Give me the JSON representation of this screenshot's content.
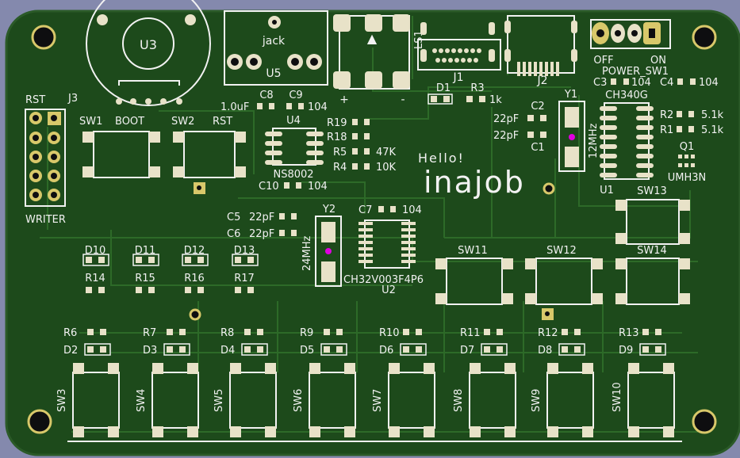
{
  "board": {
    "colors": {
      "background": "#8489ad",
      "board": "#1d4a1b",
      "trace": "#2d6a28",
      "silk": "#f2f2f2",
      "pad": "#e8e2c8",
      "gold": "#d8c86a",
      "hole": "#0e0e10",
      "marker": "#e000e0"
    },
    "labels": {
      "u3": "U3",
      "jack": "jack",
      "u5": "U5",
      "ls1": "LS1",
      "plus": "+",
      "minus": "-",
      "arrow": "▲",
      "j1": "J1",
      "j2": "J2",
      "off": "OFF",
      "on": "ON",
      "power_sw1": "POWER_SW1",
      "c3": "C3",
      "c3_val": "104",
      "c4": "C4",
      "c4_val": "104",
      "ch340g": "CH340G",
      "r2": "R2",
      "r2_val": "5.1k",
      "r1": "R1",
      "r1_val": "5.1k",
      "q1": "Q1",
      "umh3n": "UMH3N",
      "u1": "U1",
      "y1": "Y1",
      "mhz12": "12MHz",
      "c2": "C2",
      "c2_val": "22pF",
      "c1": "C1",
      "c1_val": "22pF",
      "d1": "D1",
      "r3": "R3",
      "r3_val": "1k",
      "rst": "RST",
      "j3": "J3",
      "writer": "WRITER",
      "sw1": "SW1",
      "boot": "BOOT",
      "sw2": "SW2",
      "rst2": "RST",
      "c8": "C8",
      "c9": "C9",
      "c8_val": "1.0uF",
      "c9_val": "104",
      "u4": "U4",
      "ns8002": "NS8002",
      "c10": "C10",
      "c10_val": "104",
      "r19": "R19",
      "r18": "R18",
      "r5": "R5",
      "r5_val": "47K",
      "r4": "R4",
      "r4_val": "10K",
      "hello": "Hello!",
      "inajob": "inajob",
      "c5": "C5",
      "c5_val": "22pF",
      "c6": "C6",
      "c6_val": "22pF",
      "y2": "Y2",
      "mhz24": "24MHz",
      "c7": "C7",
      "c7_val": "104",
      "ch32": "CH32V003F4P6",
      "u2": "U2",
      "sw11": "SW11",
      "sw12": "SW12",
      "sw13": "SW13",
      "sw14": "SW14"
    },
    "led_rows": {
      "top": [
        "D10",
        "D11",
        "D12",
        "D13"
      ],
      "bottom": [
        "R14",
        "R15",
        "R16",
        "R17"
      ]
    },
    "bottom_row": {
      "resistors": [
        "R6",
        "R7",
        "R8",
        "R9",
        "R10",
        "R11",
        "R12",
        "R13"
      ],
      "diodes": [
        "D2",
        "D3",
        "D4",
        "D5",
        "D6",
        "D7",
        "D8",
        "D9"
      ],
      "switches": [
        "SW3",
        "SW4",
        "SW5",
        "SW6",
        "SW7",
        "SW8",
        "SW9",
        "SW10"
      ]
    }
  }
}
